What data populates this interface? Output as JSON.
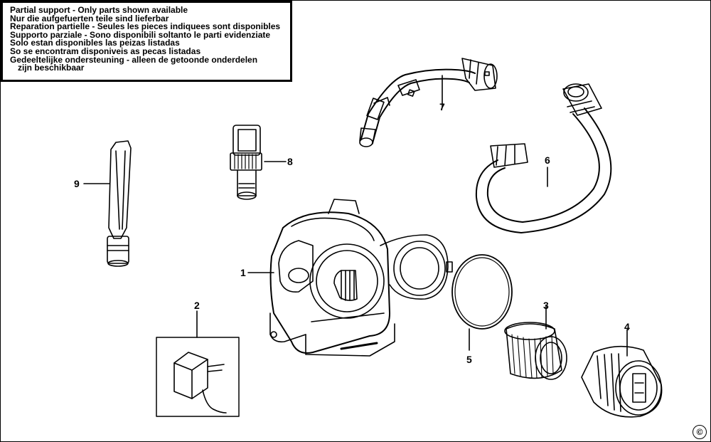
{
  "notice": {
    "lines": [
      "Partial support - Only parts shown available",
      "Nur die aufgefuerten teile sind lieferbar",
      "Reparation partielle - Seules les pieces indiquees sont disponibles",
      "Supporto parziale - Sono disponibili soltanto le parti evidenziate",
      "Solo estan disponibles las peizas listadas",
      "So se encontram disponiveis as pecas listadas",
      "Gedeeltelijke ondersteuning - alleen de getoonde onderdelen",
      "zijn beschikbaar"
    ]
  },
  "parts": [
    {
      "number": "1",
      "icon": "vacuum-body"
    },
    {
      "number": "2",
      "icon": "charger-adapter"
    },
    {
      "number": "3",
      "icon": "pleated-filter"
    },
    {
      "number": "4",
      "icon": "filter-cartridge"
    },
    {
      "number": "5",
      "icon": "seal-ring"
    },
    {
      "number": "6",
      "icon": "flexible-hose"
    },
    {
      "number": "7",
      "icon": "extension-wand"
    },
    {
      "number": "8",
      "icon": "brush-tool"
    },
    {
      "number": "9",
      "icon": "crevice-tool"
    }
  ],
  "copyright_symbol": "©",
  "colors": {
    "line": "#000000",
    "shade": "#555555",
    "fill": "#ffffff"
  }
}
